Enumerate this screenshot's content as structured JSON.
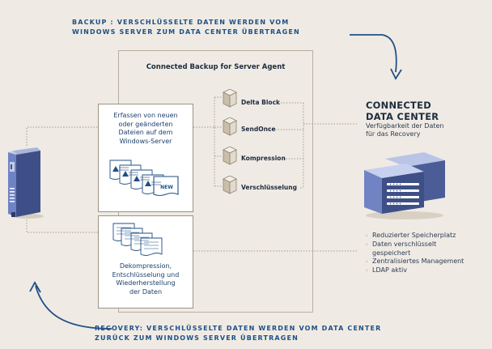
{
  "backup_heading": {
    "line1": "BACKUP : VERSCHLÜSSELTE DATEN WERDEN VOM",
    "line2": "WINDOWS SERVER ZUM DATA CENTER ÜBERTRAGEN"
  },
  "recovery_heading": {
    "line1": "RECOVERY: VERSCHLÜSSELTE DATEN WERDEN VOM DATA CENTER",
    "line2": "ZURÜCK ZUM WINDOWS SERVER ÜBERTRAGEN"
  },
  "agent": {
    "title": "Connected Backup for Server Agent",
    "capture_lines": [
      "Erfassen von neuen",
      "oder geänderten",
      "Dateien auf dem",
      "Windows-Server"
    ],
    "new_badge": "NEW",
    "restore_lines": [
      "Dekompression,",
      "Entschlüsselung und",
      "Wiederherstellung",
      "der Daten"
    ],
    "steps": [
      "Delta Block",
      "SendOnce",
      "Kompression",
      "Verschlüsselung"
    ]
  },
  "data_center": {
    "title_line1": "CONNECTED",
    "title_line2": "DATA CENTER",
    "subtitle_line1": "Verfügbarkeit der Daten",
    "subtitle_line2": "für das Recovery",
    "benefits": [
      {
        "text": "Reduzierter Speicherplatz",
        "cont": ""
      },
      {
        "text": "Daten verschlüsselt",
        "cont": "gespeichert"
      },
      {
        "text": "Zentralisiertes Management",
        "cont": ""
      },
      {
        "text": "LDAP aktiv",
        "cont": ""
      }
    ],
    "bullet_char": "›"
  },
  "colors": {
    "background": "#efebe4",
    "accent_blue": "#1f4f86",
    "server_blue": "#5c6fa8",
    "line_tan": "#b6ae9f"
  },
  "icons": {
    "server": "windows-server-icon",
    "data_center": "data-center-server-icon",
    "document": "document-icon",
    "cube": "cube-icon"
  }
}
